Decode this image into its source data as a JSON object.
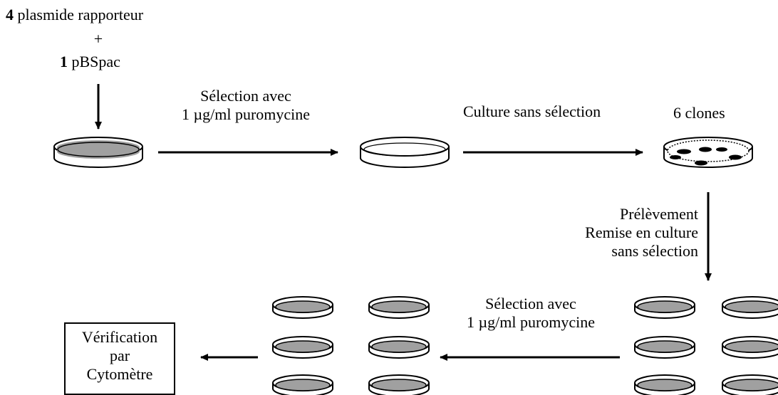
{
  "top_input": {
    "line1_bold": "4",
    "line1_text": "plasmide rapporteur",
    "plus": "+",
    "line3_bold": "1",
    "line3_text": "pBSpac"
  },
  "step1": {
    "line1": "Sélection avec",
    "line2": "1 µg/ml puromycine"
  },
  "step2": {
    "label": "Culture sans sélection",
    "clones": "6 clones"
  },
  "step3": {
    "line1": "Prélèvement",
    "line2": "Remise en culture",
    "line3": "sans sélection"
  },
  "step4": {
    "line1": "Sélection avec",
    "line2": "1 µg/ml puromycine"
  },
  "final_box": {
    "line1": "Vérification",
    "line2": "par",
    "line3": "Cytomètre"
  },
  "colors": {
    "dish_fill": "#a0a0a0",
    "stroke": "#000000",
    "background": "#ffffff"
  }
}
